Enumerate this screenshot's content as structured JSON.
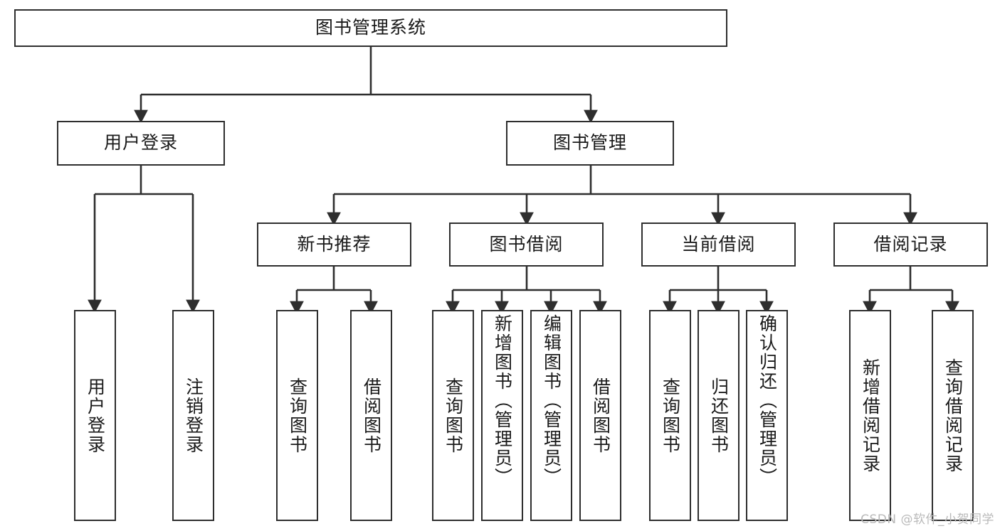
{
  "diagram": {
    "type": "tree-hierarchy-chart",
    "title": "图书管理系统",
    "stroke_color": "#2e2e2e",
    "background_color": "#ffffff",
    "text_color": "#1a1a1a",
    "root": {
      "label": "图书管理系统"
    },
    "level2": [
      {
        "label": "用户登录"
      },
      {
        "label": "图书管理"
      }
    ],
    "level3": [
      {
        "label": "新书推荐"
      },
      {
        "label": "图书借阅"
      },
      {
        "label": "当前借阅"
      },
      {
        "label": "借阅记录"
      }
    ],
    "leaves": {
      "user_login": [
        {
          "label": "用户登录"
        },
        {
          "label": "注销登录"
        }
      ],
      "new_book_recommend": [
        {
          "label": "查询图书"
        },
        {
          "label": "借阅图书"
        }
      ],
      "book_borrow": [
        {
          "label": "查询图书"
        },
        {
          "label": "新增图书（管理员）"
        },
        {
          "label": "编辑图书（管理员）"
        },
        {
          "label": "借阅图书"
        }
      ],
      "current_borrow": [
        {
          "label": "查询图书"
        },
        {
          "label": "归还图书"
        },
        {
          "label": "确认归还（管理员）"
        }
      ],
      "borrow_record": [
        {
          "label": "新增借阅记录"
        },
        {
          "label": "查询借阅记录"
        }
      ]
    }
  },
  "watermark": {
    "text": "CSDN @软件_小贺同学"
  }
}
